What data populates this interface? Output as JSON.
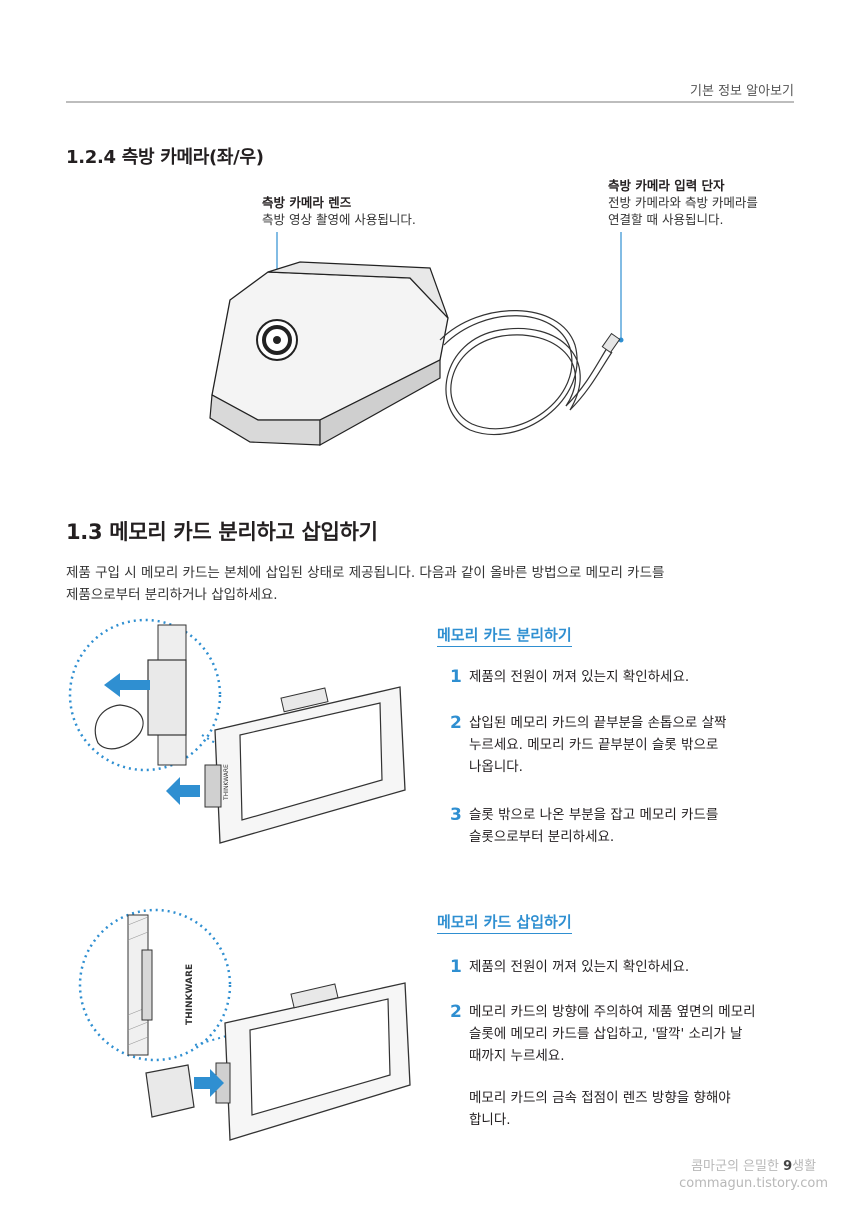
{
  "header": {
    "section_title": "기본 정보 알아보기"
  },
  "side_camera": {
    "heading": "1.2.4   측방 카메라(좌/우)",
    "lens": {
      "title": "측방 카메라 렌즈",
      "text": "측방 영상 촬영에 사용됩니다."
    },
    "port": {
      "title": "측방 카메라 입력 단자",
      "line1": "전방 카메라와 측방 카메라를",
      "line2": "연결할 때 사용됩니다."
    }
  },
  "memory_card": {
    "heading": "1.3    메모리 카드 분리하고 삽입하기",
    "intro_line1": "제품 구입 시 메모리 카드는 본체에 삽입된 상태로 제공됩니다. 다음과 같이 올바른 방법으로 메모리 카드를",
    "intro_line2": "제품으로부터 분리하거나 삽입하세요.",
    "remove": {
      "title": "메모리 카드 분리하기",
      "steps": [
        {
          "num": "1",
          "line1": "제품의 전원이 꺼져 있는지 확인하세요."
        },
        {
          "num": "2",
          "line1": "삽입된 메모리 카드의 끝부분을 손톱으로 살짝",
          "line2": "누르세요. 메모리 카드 끝부분이 슬롯 밖으로",
          "line3": "나옵니다."
        },
        {
          "num": "3",
          "line1": "슬롯 밖으로 나온 부분을 잡고 메모리 카드를",
          "line2": "슬롯으로부터 분리하세요."
        }
      ]
    },
    "insert": {
      "title": "메모리 카드 삽입하기",
      "steps": [
        {
          "num": "1",
          "line1": "제품의 전원이 꺼져 있는지 확인하세요."
        },
        {
          "num": "2",
          "line1": "메모리 카드의 방향에 주의하여 제품 옆면의 메모리",
          "line2": "슬롯에 메모리 카드를 삽입하고, '딸깍' 소리가 날",
          "line3": "때까지 누르세요."
        }
      ],
      "note_line1": "메모리 카드의 금속 접점이 렌즈 방향을 향해야",
      "note_line2": "합니다."
    },
    "device_brand": "THINKWARE"
  },
  "footer": {
    "page_number": "9",
    "watermark_pre": "콤마군의 은밀한 ",
    "watermark_post": "생활",
    "watermark_url": "commagun.tistory.com"
  },
  "colors": {
    "accent": "#2f8fd1",
    "rule": "#bdbdbd",
    "text": "#231f20"
  }
}
